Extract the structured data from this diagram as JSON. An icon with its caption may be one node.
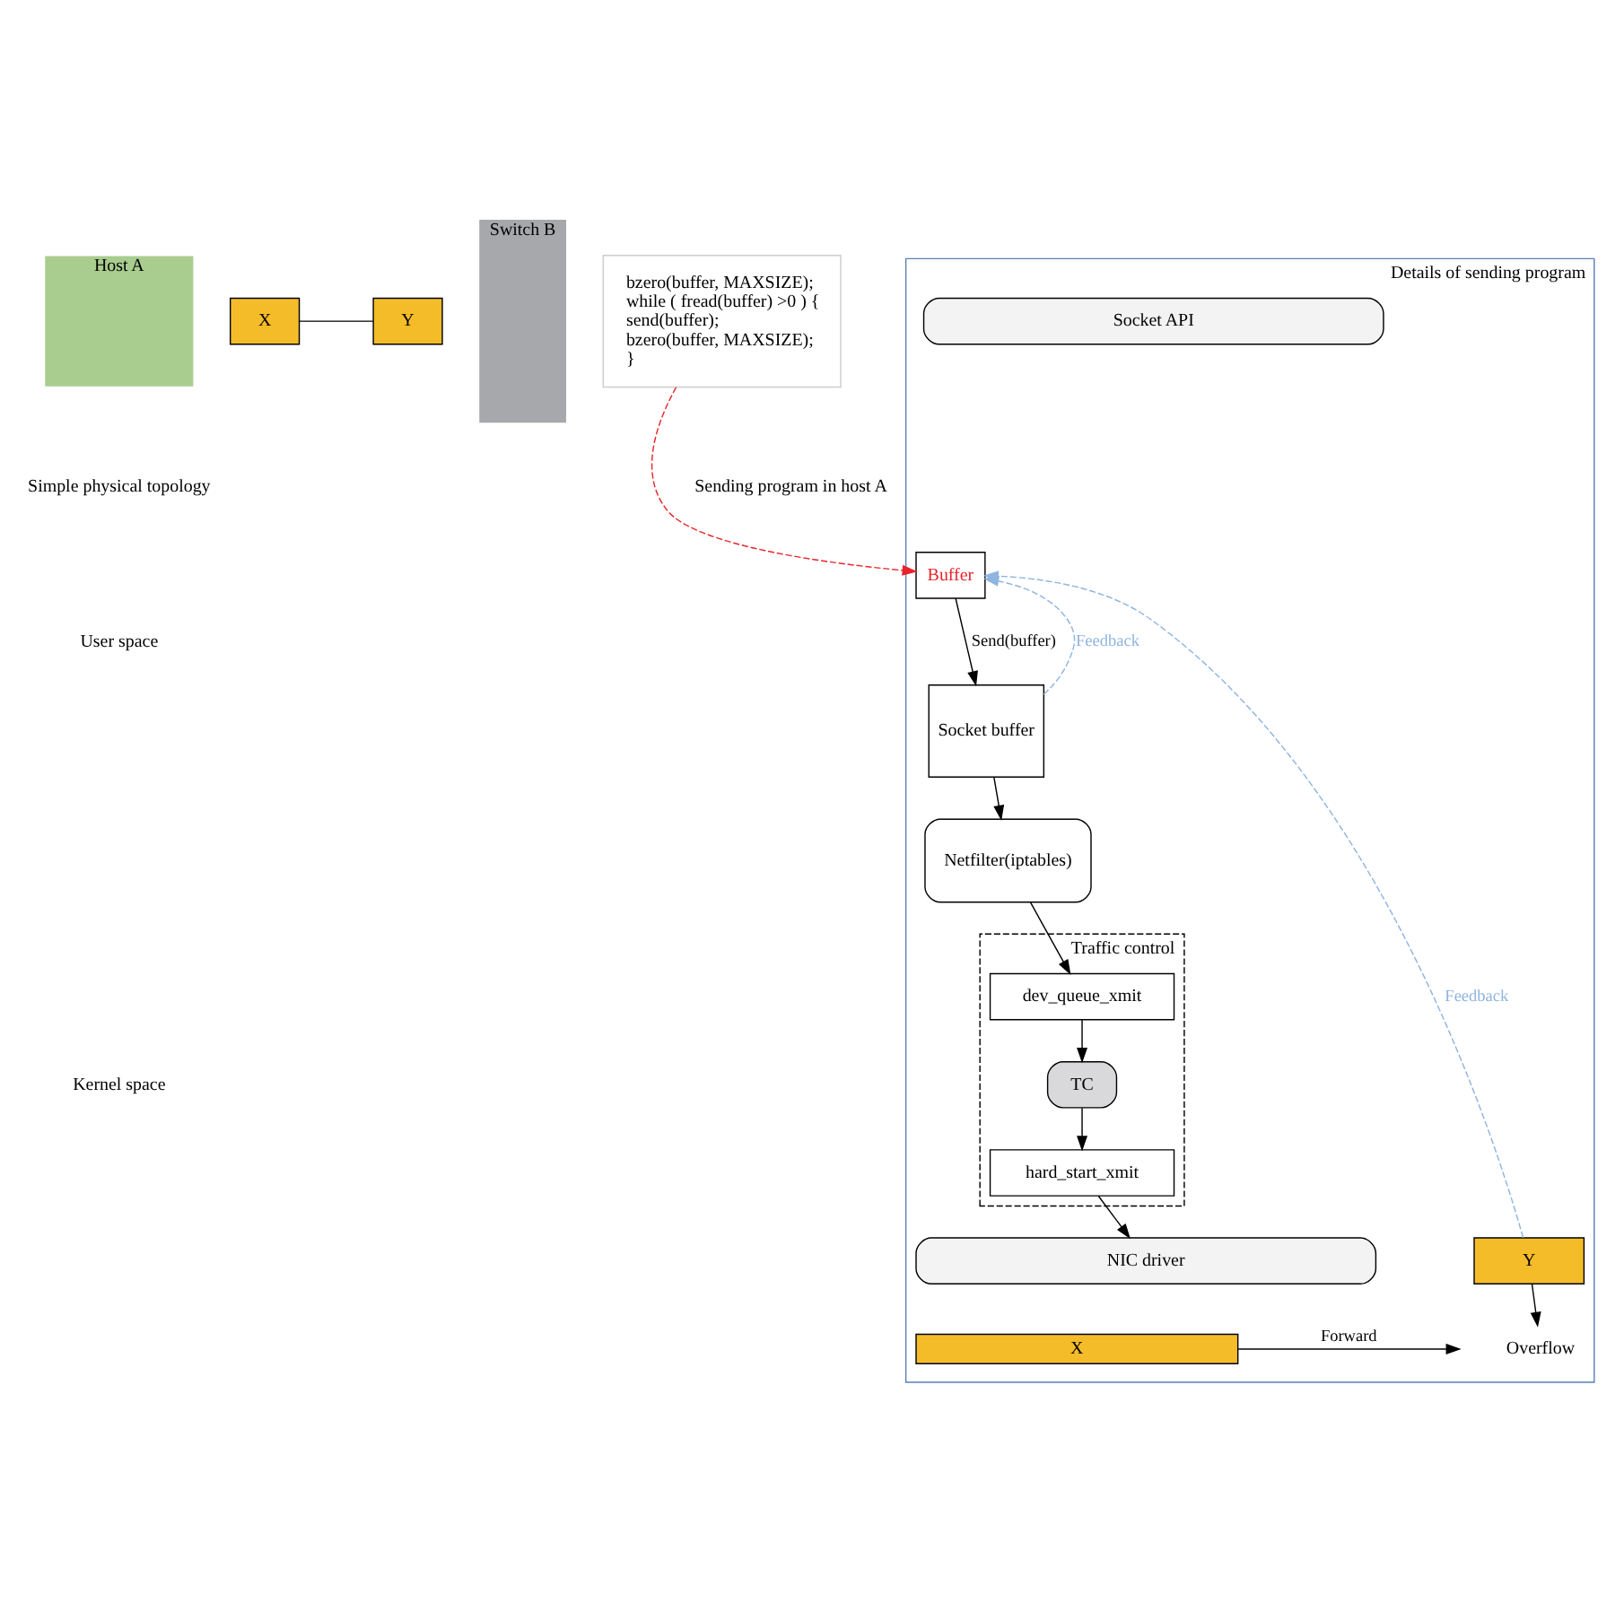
{
  "diagram": {
    "nodes": [
      {
        "text": [
          "Host A"
        ]
      },
      {
        "text": [
          "X"
        ]
      },
      {
        "text": [
          "Switch B"
        ]
      },
      {
        "text": [
          "Y"
        ]
      },
      {
        "text": [
          "bzero(buffer, MAXSIZE);",
          "while ( fread(buffer) >0 ) {",
          "send(buffer);",
          "bzero(buffer, MAXSIZE);",
          "}"
        ]
      },
      {
        "text": [
          "Details of sending program"
        ]
      },
      {
        "text": [
          "Buffer"
        ],
        "in": 5
      },
      {
        "text": [
          "Socket API"
        ],
        "in": 5
      },
      {
        "text": [
          "Socket buffer"
        ],
        "in": 5
      },
      {
        "text": [
          "Netfilter(iptables)"
        ],
        "in": 5
      },
      {
        "text": [
          "Traffic control"
        ],
        "in": 5
      },
      {
        "text": [
          "dev_queue_xmit"
        ],
        "in": 10
      },
      {
        "text": [
          "TC"
        ],
        "in": 10
      },
      {
        "text": [
          "hard_start_xmit"
        ],
        "in": 10
      },
      {
        "text": [
          "NIC driver"
        ],
        "in": 5
      },
      {
        "text": [
          "X"
        ],
        "in": 5
      },
      {
        "text": [
          "Y"
        ],
        "in": 5
      },
      {
        "text": [
          "Overflow"
        ],
        "in": 5
      }
    ],
    "edges": [
      {
        "from": 1,
        "to": 3,
        "arrow": "none"
      },
      {
        "from": 4,
        "to": 6,
        "arrow": "to",
        "style": "dashed",
        "color": "#e8242a"
      },
      {
        "from": 6,
        "to": 8,
        "arrow": "to",
        "label": "Send(buffer)"
      },
      {
        "from": 8,
        "to": 6,
        "arrow": "to",
        "label": "Feedback",
        "style": "dashed",
        "color": "#8fb4e0"
      },
      {
        "from": 8,
        "to": 9,
        "arrow": "to"
      },
      {
        "from": 9,
        "to": 11,
        "arrow": "to"
      },
      {
        "from": 11,
        "to": 12,
        "arrow": "to"
      },
      {
        "from": 12,
        "to": 13,
        "arrow": "to"
      },
      {
        "from": 13,
        "to": 14,
        "arrow": "to"
      },
      {
        "from": 16,
        "to": 6,
        "arrow": "to",
        "label": "Feedback",
        "style": "dashed",
        "color": "#8fb4e0"
      },
      {
        "from": 16,
        "to": 17,
        "arrow": "to"
      },
      {
        "from": 15,
        "to": null,
        "arrow": "to",
        "label": "Forward"
      }
    ],
    "labels": [
      "Simple physical topology",
      "Sending program in host A",
      "User space",
      "Kernel space"
    ]
  }
}
